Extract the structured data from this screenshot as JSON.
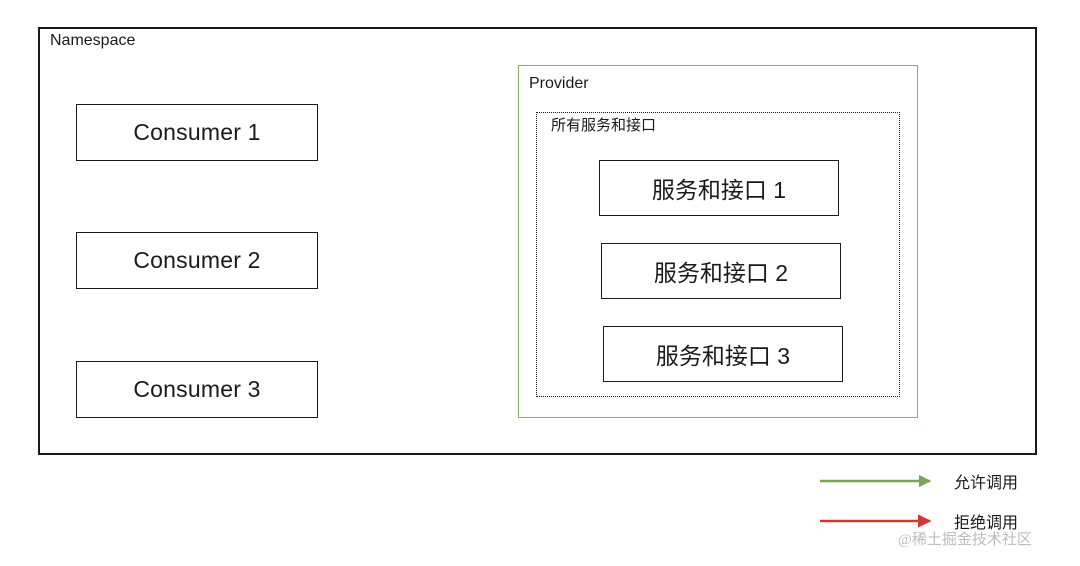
{
  "diagram": {
    "namespace": {
      "label": "Namespace"
    },
    "provider": {
      "label": "Provider"
    },
    "all_services_group": {
      "label": "所有服务和接口"
    },
    "consumers": [
      {
        "id": "consumer-1",
        "label": "Consumer 1"
      },
      {
        "id": "consumer-2",
        "label": "Consumer 2"
      },
      {
        "id": "consumer-3",
        "label": "Consumer 3"
      }
    ],
    "services": [
      {
        "id": "service-1",
        "label": "服务和接口 1"
      },
      {
        "id": "service-2",
        "label": "服务和接口 2"
      },
      {
        "id": "service-3",
        "label": "服务和接口 3"
      }
    ],
    "edges": [
      {
        "from": "consumer-1",
        "to": "service-1",
        "type": "deny"
      },
      {
        "from": "consumer-1",
        "to": "service-2",
        "type": "deny"
      },
      {
        "from": "consumer-1",
        "to": "service-3",
        "type": "deny"
      },
      {
        "from": "consumer-2",
        "to": "service-1",
        "type": "allow"
      },
      {
        "from": "consumer-2",
        "to": "service-2",
        "type": "allow"
      },
      {
        "from": "consumer-2",
        "to": "service-3",
        "type": "allow"
      },
      {
        "from": "consumer-3",
        "to": "service-1",
        "type": "allow"
      },
      {
        "from": "consumer-3",
        "to": "service-2",
        "type": "allow"
      },
      {
        "from": "consumer-3",
        "to": "service-3",
        "type": "allow"
      }
    ]
  },
  "legend": {
    "allow": {
      "label": "允许调用",
      "color": "#7ba35a"
    },
    "deny": {
      "label": "拒绝调用",
      "color": "#cc3b33"
    }
  },
  "watermark": {
    "text": "@稀土掘金技术社区"
  },
  "colors": {
    "allow_green": "#7ba35a",
    "deny_red": "#cc3b33",
    "provider_border": "#8fae6b",
    "node_border": "#1a1a1a",
    "background": "#ffffff"
  }
}
